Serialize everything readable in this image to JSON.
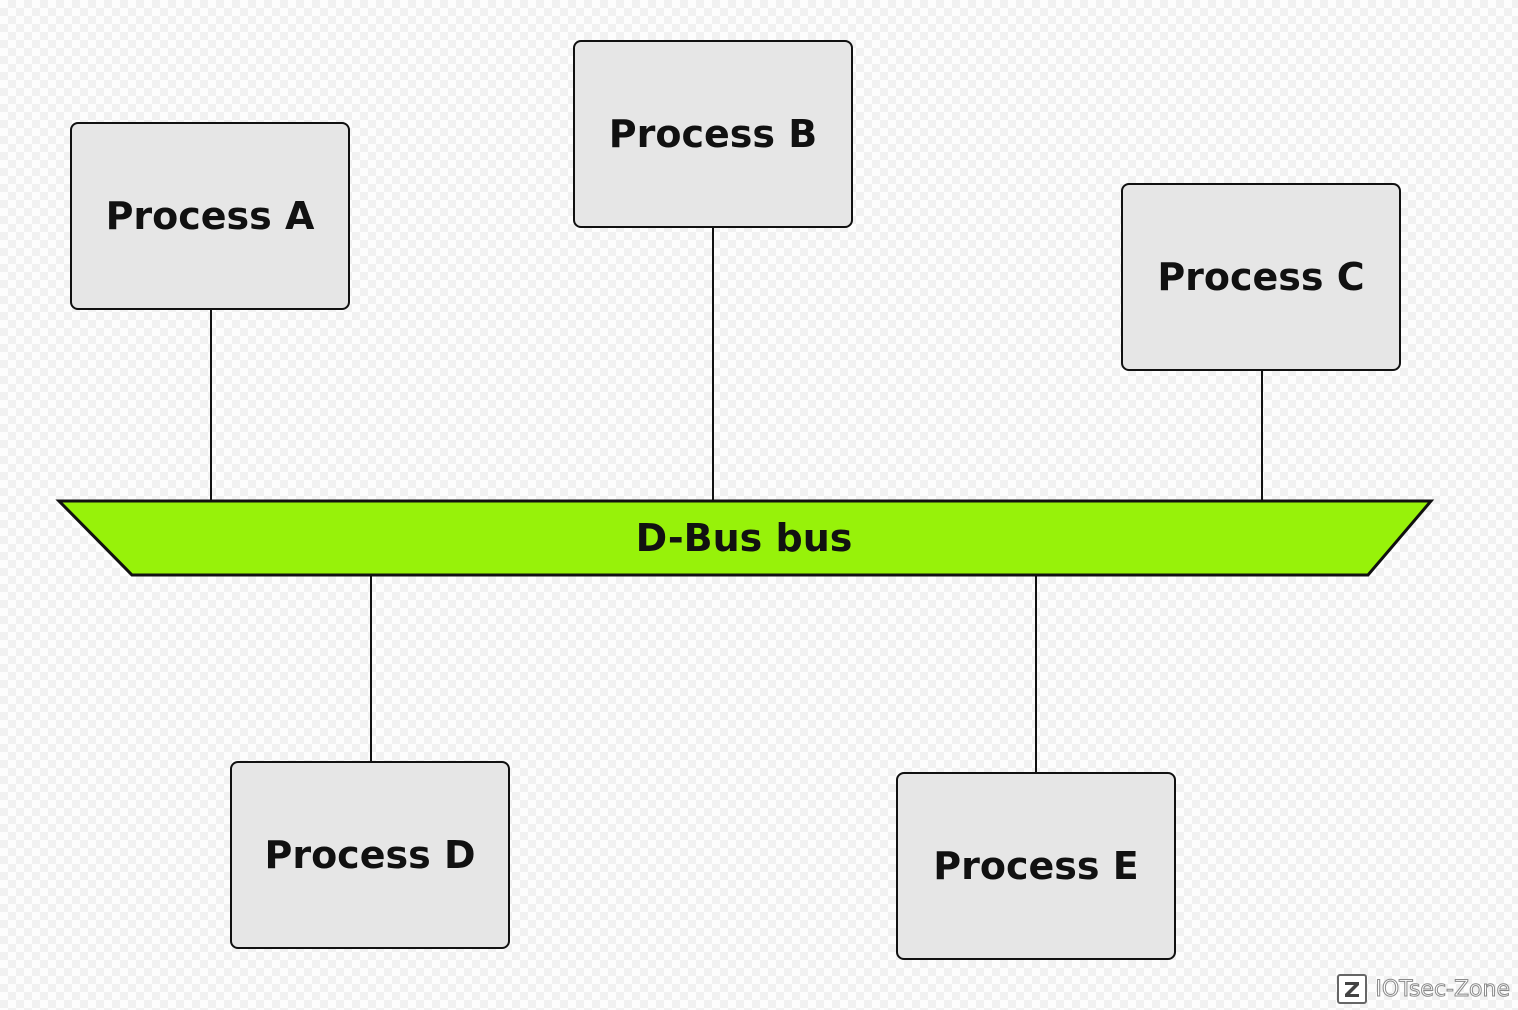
{
  "bus": {
    "label": "D-Bus bus",
    "fill_color": "#97f20a"
  },
  "processes": [
    {
      "label": "Process A"
    },
    {
      "label": "Process B"
    },
    {
      "label": "Process C"
    },
    {
      "label": "Process D"
    },
    {
      "label": "Process E"
    }
  ],
  "connections": [
    {
      "from": "Process A",
      "to": "D-Bus bus"
    },
    {
      "from": "Process B",
      "to": "D-Bus bus"
    },
    {
      "from": "Process C",
      "to": "D-Bus bus"
    },
    {
      "from": "Process D",
      "to": "D-Bus bus"
    },
    {
      "from": "Process E",
      "to": "D-Bus bus"
    }
  ],
  "colors": {
    "box_fill": "#e6e6e6",
    "outline": "#111111"
  },
  "watermark": {
    "text": "IOTsec-Zone",
    "logo_icon": "z-logo-icon"
  }
}
